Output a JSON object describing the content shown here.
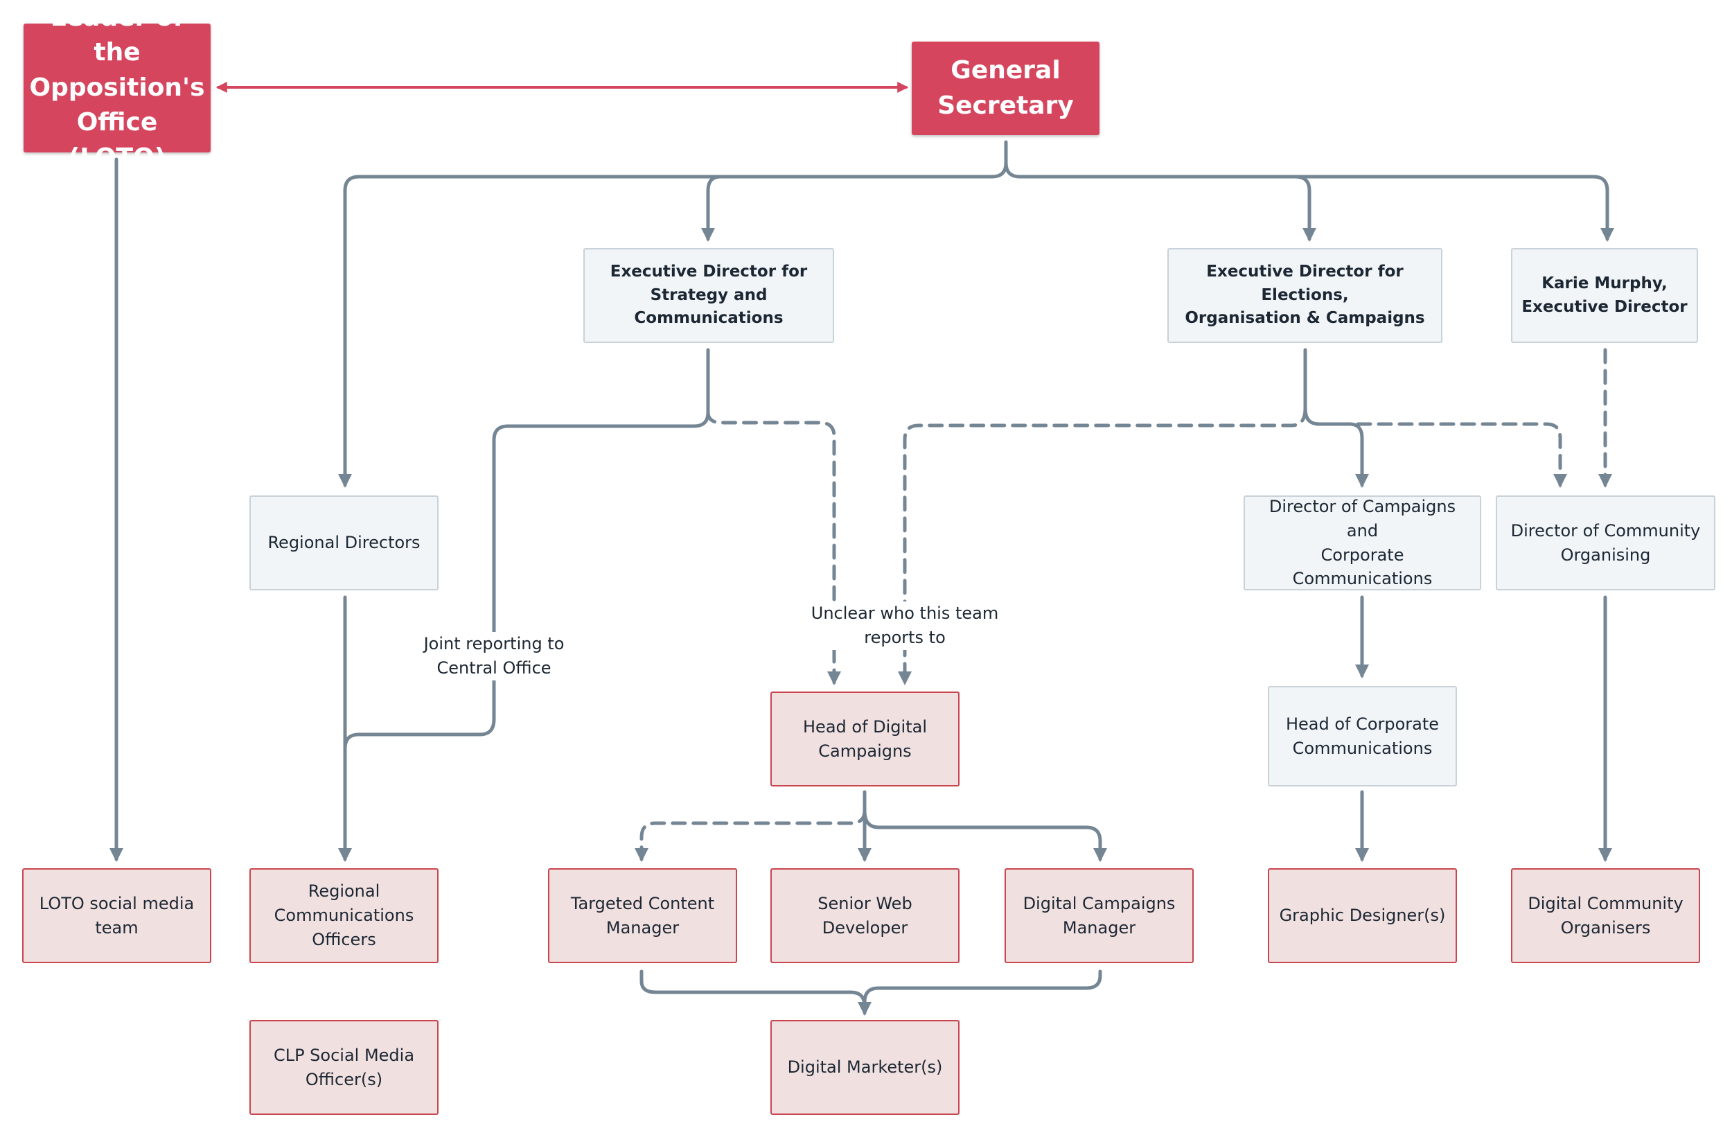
{
  "nodes": {
    "loto": "Leader of the\nOpposition's\nOffice (LOTO)",
    "gensec": "General\nSecretary",
    "ed_strategy": "Executive Director for\nStrategy and\nCommunications",
    "ed_elections": "Executive Director for Elections,\nOrganisation & Campaigns",
    "karie": "Karie Murphy,\nExecutive Director",
    "regional_directors": "Regional Directors",
    "dir_campaigns": "Director of Campaigns and\nCorporate Communications",
    "dir_community": "Director of Community\nOrganising",
    "head_digital": "Head of Digital\nCampaigns",
    "head_corporate": "Head of Corporate\nCommunications",
    "loto_social": "LOTO social media\nteam",
    "regional_comms": "Regional\nCommunications\nOfficers",
    "targeted_content": "Targeted Content\nManager",
    "senior_web": "Senior Web\nDeveloper",
    "digital_campaigns_mgr": "Digital Campaigns\nManager",
    "graphic_designer": "Graphic Designer(s)",
    "digital_community": "Digital Community\nOrganisers",
    "clp_social": "CLP Social Media\nOfficer(s)",
    "digital_marketer": "Digital Marketer(s)"
  },
  "annotations": {
    "joint_reporting": "Joint reporting to\nCentral Office",
    "unclear": "Unclear who this team\nreports to"
  },
  "colors": {
    "accent_red": "#d5455e",
    "connector": "#748594",
    "team_fill": "#f1e0e0",
    "team_border": "#c9464f",
    "neutral_fill": "#f1f5f8"
  }
}
